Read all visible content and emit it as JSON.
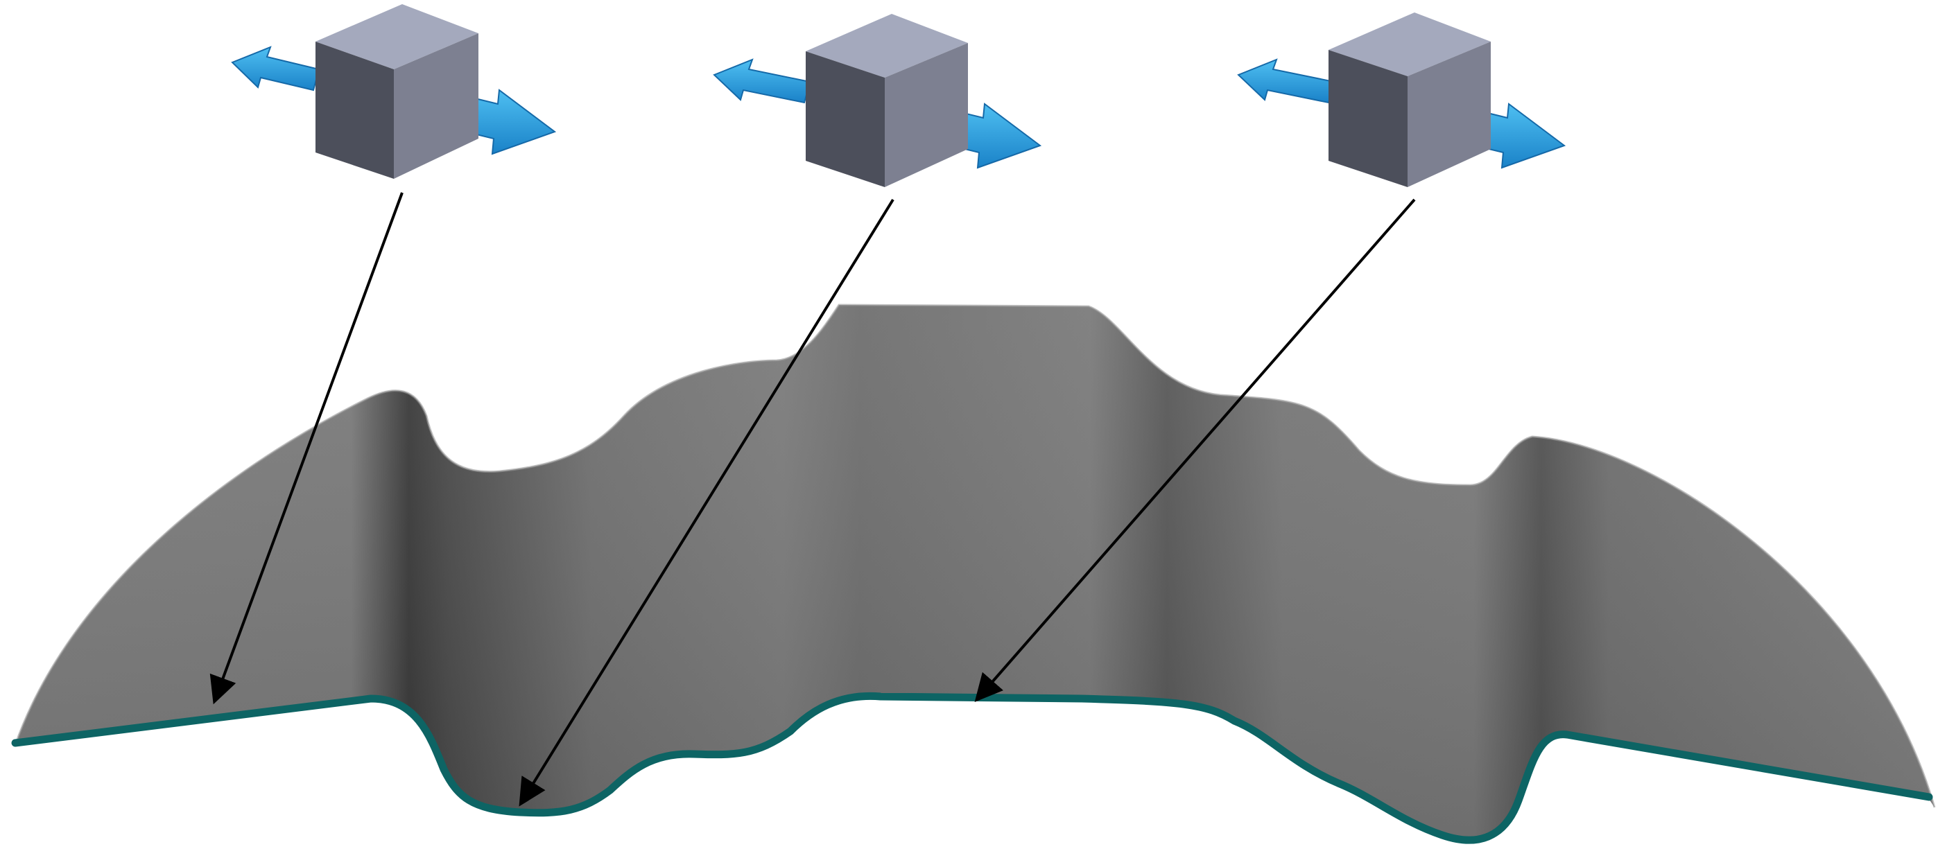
{
  "colors": {
    "background": "#ffffff",
    "surface_light": "#7a7a7a",
    "surface_dark": "#3e3e3e",
    "surface_top_edge": "#8a8a8a",
    "profile_curve": "#0d6464",
    "cube_top": "#a4a9bd",
    "cube_front": "#4c4f5b",
    "cube_side": "#7d8091",
    "arrow_light": "#3cb2ec",
    "arrow_dark": "#1777bd",
    "leader_line": "#000000"
  },
  "icons": {
    "cube": "cube-icon",
    "motion_arrows": "double-arrow-icon"
  },
  "elements": {
    "surface": "extruded-wavy-surface",
    "profile": "base-profile-curve",
    "probes": [
      "probe-left",
      "probe-center",
      "probe-right"
    ]
  }
}
